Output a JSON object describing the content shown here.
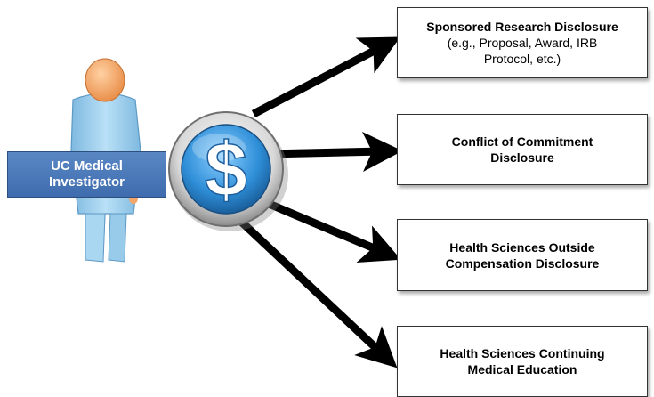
{
  "actor": {
    "line1": "UC Medical",
    "line2": "Investigator"
  },
  "hub": {
    "symbol": "$",
    "icon": "dollar-coin-icon"
  },
  "boxes": [
    {
      "title": "Sponsored Research Disclosure",
      "detail_line1": "(e.g., Proposal, Award, IRB",
      "detail_line2": "Protocol, etc.)"
    },
    {
      "line1": "Conflict of Commitment",
      "line2": "Disclosure"
    },
    {
      "line1": "Health Sciences Outside",
      "line2": "Compensation Disclosure"
    },
    {
      "line1": "Health Sciences Continuing",
      "line2": "Medical Education"
    }
  ],
  "colors": {
    "figure_body": "#a8d4ee",
    "figure_head": "#f2a66a",
    "label_fill": "#4a78b8",
    "coin_blue": "#2f8fd8",
    "arrow": "#000000"
  }
}
